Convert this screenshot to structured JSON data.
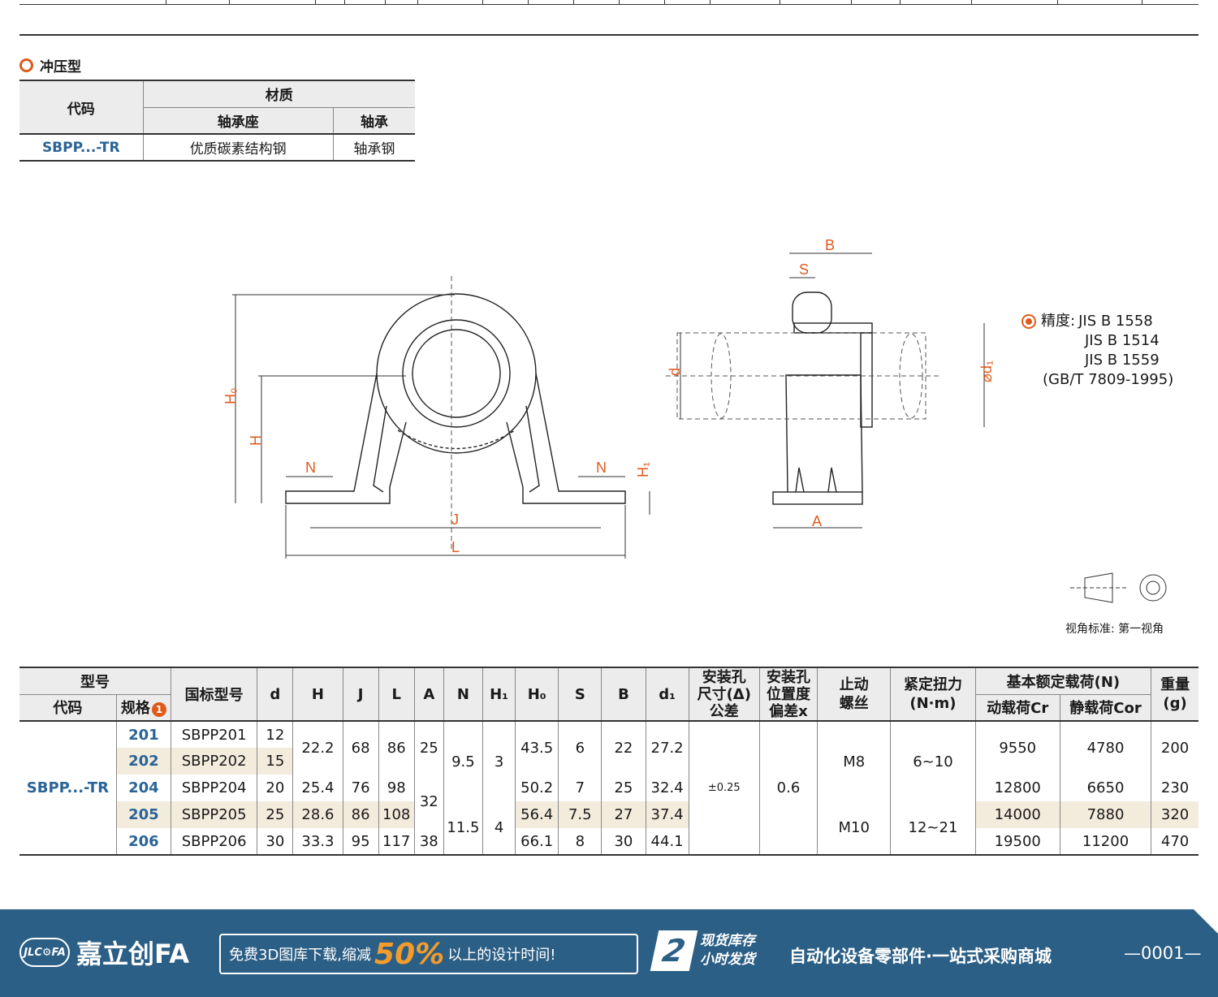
{
  "section": {
    "title": "冲压型"
  },
  "material": {
    "code_header": "代码",
    "material_header": "材质",
    "housing_header": "轴承座",
    "bearing_header": "轴承",
    "code": "SBPP...-TR",
    "housing": "优质碳素结构钢",
    "bearing": "轴承钢"
  },
  "drawing_labels": {
    "B": "B",
    "S": "S",
    "d": "d",
    "d1": "⌀d₁",
    "A": "A",
    "H0": "H₀",
    "H": "H",
    "N": "N",
    "H1": "H₁",
    "J": "J",
    "L": "L"
  },
  "precision": {
    "label": "精度:",
    "lines": [
      "JIS B 1558",
      "JIS B 1514",
      "JIS B 1559",
      "(GB/T 7809-1995)"
    ]
  },
  "view_standard": "视角标准: 第一视角",
  "spec_table": {
    "headers": {
      "model": "型号",
      "code": "代码",
      "size": "规格",
      "size_badge": "1",
      "gb_model": "国标型号",
      "d": "d",
      "H": "H",
      "J": "J",
      "L": "L",
      "A": "A",
      "N": "N",
      "H1": "H₁",
      "H0": "H₀",
      "S": "S",
      "B": "B",
      "d1": "d₁",
      "hole_tol_1": "安装孔",
      "hole_tol_2": "尺寸(Δ)",
      "hole_tol_3": "公差",
      "hole_pos_1": "安装孔",
      "hole_pos_2": "位置度",
      "hole_pos_3": "偏差x",
      "screw_1": "止动",
      "screw_2": "螺丝",
      "torque_1": "紧定扭力",
      "torque_2": "(N·m)",
      "load": "基本额定载荷(N)",
      "dyn": "动载荷Cr",
      "stat": "静载荷Cor",
      "weight_1": "重量",
      "weight_2": "(g)"
    },
    "code": "SBPP...-TR",
    "rows": [
      {
        "size": "201",
        "gb": "SBPP201",
        "d": "12",
        "H0": "43.5",
        "S": "6",
        "B": "22",
        "d1": "27.2"
      },
      {
        "size": "202",
        "gb": "SBPP202",
        "d": "15"
      },
      {
        "size": "204",
        "gb": "SBPP204",
        "d": "20",
        "H": "25.4",
        "J": "76",
        "L": "98",
        "H0": "50.2",
        "S": "7",
        "B": "25",
        "d1": "32.4",
        "Cr": "12800",
        "Cor": "6650",
        "W": "230"
      },
      {
        "size": "205",
        "gb": "SBPP205",
        "d": "25",
        "H": "28.6",
        "J": "86",
        "L": "108",
        "H0": "56.4",
        "S": "7.5",
        "B": "27",
        "d1": "37.4",
        "Cr": "14000",
        "Cor": "7880",
        "W": "320"
      },
      {
        "size": "206",
        "gb": "SBPP206",
        "d": "30",
        "H": "33.3",
        "J": "95",
        "L": "117",
        "A": "38",
        "H0": "66.1",
        "S": "8",
        "B": "30",
        "d1": "44.1",
        "Cr": "19500",
        "Cor": "11200",
        "W": "470"
      }
    ],
    "merged": {
      "H_201_202": "22.2",
      "J_201_202": "68",
      "L_201_202": "86",
      "A_201_202": "25",
      "A_204_205": "32",
      "N_201_204": "9.5",
      "H1_201_204": "3",
      "N_205_206": "11.5",
      "H1_205_206": "4",
      "tol": "±0.25",
      "pos": "0.6",
      "screw_a": "M8",
      "screw_b": "M10",
      "torque_a": "6~10",
      "torque_b": "12~21",
      "Cr_201_202": "9550",
      "Cor_201_202": "4780",
      "W_201_202": "200"
    }
  },
  "footer": {
    "badge": "JLC⚙FA",
    "brand": "嘉立创FA",
    "promo_pre": "免费3D图库下载,缩减",
    "promo_big": "50%",
    "promo_post": "以上的设计时间!",
    "two_num": "2",
    "two_line1": "现货库存",
    "two_line2": "小时发货",
    "slogan": "自动化设备零部件·一站式采购商城",
    "page": "—0001—"
  },
  "colors": {
    "accent": "#e05a1c",
    "code_blue": "#2a6496",
    "footer_bg": "#2c5f85",
    "stripe": "#f3ecdd"
  }
}
